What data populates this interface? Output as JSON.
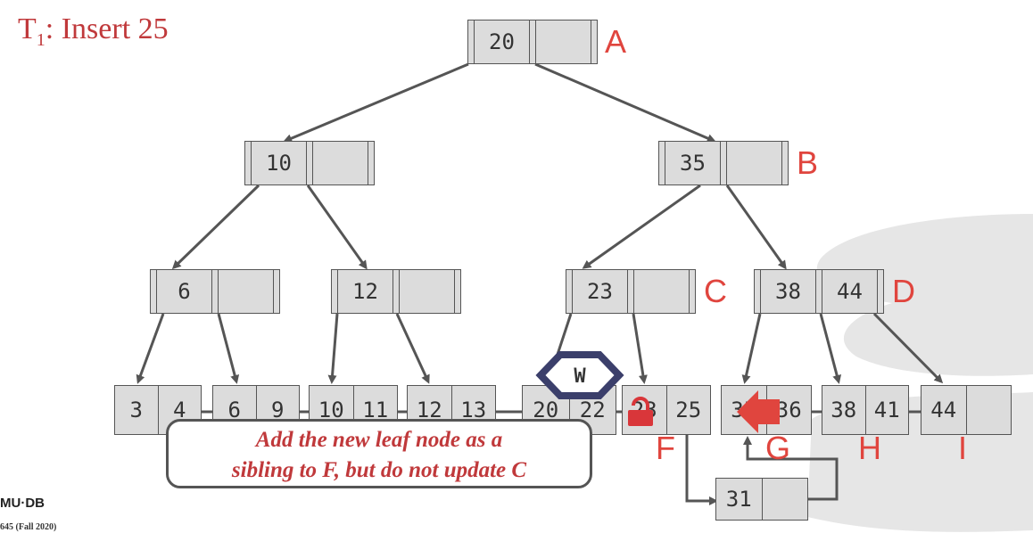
{
  "slide": {
    "title_main": "T",
    "title_sub": "1",
    "title_rest": ": Insert 25",
    "footer_logo": "MU·DB",
    "footer_course": "645 (Fall 2020)"
  },
  "nodes": {
    "A": {
      "label": "A",
      "keys": [
        "20",
        ""
      ]
    },
    "B": {
      "label": "B",
      "keys": [
        "35",
        ""
      ]
    },
    "n10": {
      "keys": [
        "10",
        ""
      ]
    },
    "C": {
      "label": "C",
      "keys": [
        "23",
        ""
      ]
    },
    "D": {
      "label": "D",
      "keys": [
        "38",
        "44"
      ]
    },
    "n6": {
      "keys": [
        "6",
        ""
      ]
    },
    "n12": {
      "keys": [
        "12",
        ""
      ]
    }
  },
  "leaves": {
    "l1": {
      "keys": [
        "3",
        "4"
      ]
    },
    "l2": {
      "keys": [
        "6",
        "9"
      ]
    },
    "l3": {
      "keys": [
        "10",
        "11"
      ]
    },
    "l4": {
      "keys": [
        "12",
        "13"
      ]
    },
    "l5": {
      "keys": [
        "20",
        "22"
      ]
    },
    "F": {
      "label": "F",
      "keys": [
        "23",
        "25"
      ]
    },
    "G": {
      "label": "G",
      "keys": [
        "35",
        "36"
      ]
    },
    "H": {
      "label": "H",
      "keys": [
        "38",
        "41"
      ]
    },
    "I": {
      "label": "I",
      "keys": [
        "44",
        ""
      ]
    },
    "new": {
      "keys": [
        "31",
        ""
      ]
    }
  },
  "latch": {
    "label": "W"
  },
  "callout": {
    "line1": "Add the new leaf node as a",
    "line2": "sibling to F, but do not update C"
  },
  "colors": {
    "accent": "#e0453e",
    "node_fill": "#dcdcdc",
    "latch_border": "#3b3f6b",
    "lock": "#d9363a",
    "arrow": "#e0453e"
  }
}
